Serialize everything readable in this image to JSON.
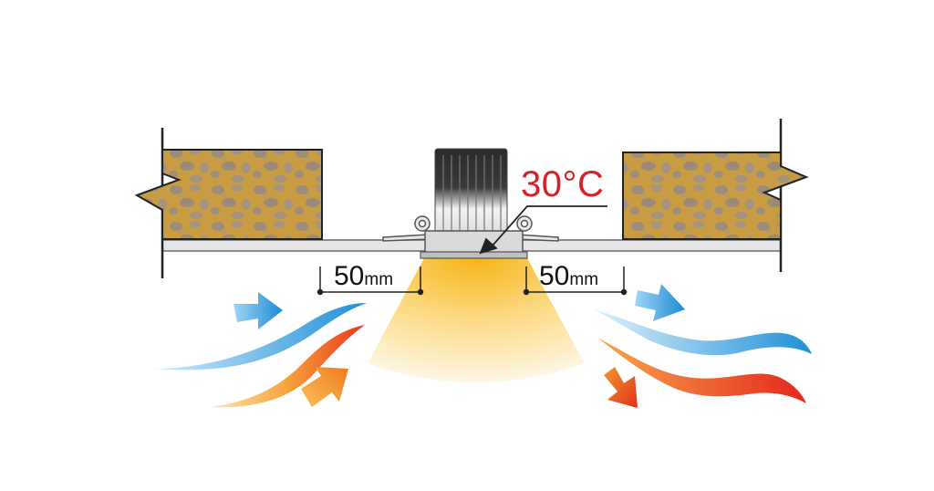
{
  "diagram": {
    "temperature_label": "30°C",
    "clearance_left": {
      "value": "50",
      "unit": "mm"
    },
    "clearance_right": {
      "value": "50",
      "unit": "mm"
    },
    "icons": [
      "insulation-block-left",
      "insulation-block-right",
      "led-downlight",
      "heatsink-fins",
      "mounting-spring-clips",
      "light-cone",
      "airflow-cool-arrows",
      "airflow-warm-arrows"
    ],
    "colors": {
      "insulation": "#c79d43",
      "temperature": "#d71f26",
      "cool_air": "#3aa2e0",
      "warm_air": "#f07a1e",
      "light": "#f9c23c"
    }
  }
}
